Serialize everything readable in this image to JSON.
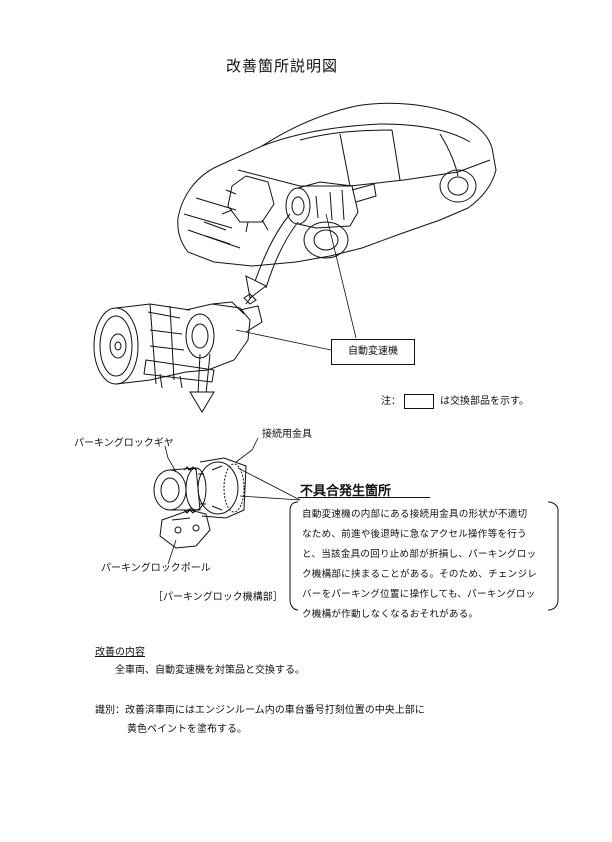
{
  "title": "改善箇所説明図",
  "labels": {
    "automatic_transmission": "自動変速機",
    "connecting_bracket": "接続用金具",
    "parking_lock_gear": "パーキングロックギヤ",
    "parking_lock_pawl": "パーキングロックポール",
    "parking_lock_mechanism": "［パーキングロック機構部］"
  },
  "note": {
    "prefix": "注：",
    "suffix": "は交換部品を示す。"
  },
  "defect": {
    "heading": "不具合発生箇所",
    "lines": [
      "自動変速機の内部にある接続用金具の形状が不適切",
      "なため、前進や後退時に急なアクセル操作等を行う",
      "と、当該金具の回り止め部が折損し、パーキングロッ",
      "ク機構部に挟まることがある。そのため、チェンジレ",
      "バーをパーキング位置に操作しても、パーキングロッ",
      "ク機構が作動しなくなるおそれがある。"
    ]
  },
  "remedy": {
    "heading": "改善の内容",
    "text": "全車両、自動変速機を対策品と交換する。"
  },
  "identification": {
    "line1": "識別：改善済車両にはエンジンルーム内の車台番号打刻位置の中央上部に",
    "line2": "黄色ペイントを塗布する。"
  }
}
